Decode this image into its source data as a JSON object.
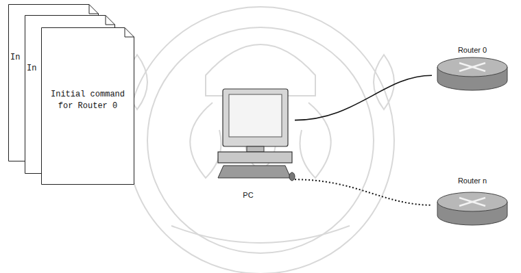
{
  "diagram": {
    "nodes": [
      {
        "text": [
          "In"
        ]
      },
      {
        "text": [
          "In"
        ]
      },
      {
        "text": [
          "Initial command for Router 0"
        ]
      },
      {
        "text": [
          "PC"
        ]
      },
      {
        "text": [
          "Router 0"
        ]
      },
      {
        "text": [
          "Router n"
        ]
      }
    ],
    "edges": [
      {
        "from": 3,
        "to": 4,
        "arrow": "none"
      },
      {
        "from": 3,
        "to": 5,
        "arrow": "none"
      }
    ]
  }
}
